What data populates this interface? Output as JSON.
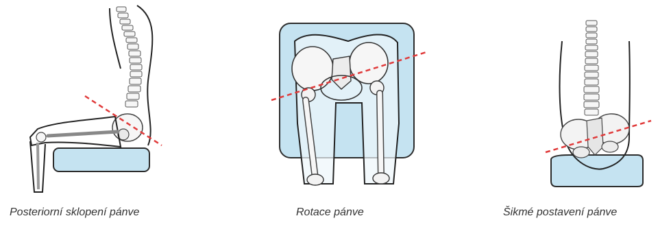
{
  "captions": {
    "posterior_tilt": "Posteriorní sklopení pánve",
    "rotation": "Rotace pánve",
    "oblique": "Šikmé postavení pánve"
  },
  "colors": {
    "cushion_fill": "#c5e3f1",
    "cushion_stroke": "#2b2b2b",
    "line_color": "#e03a3a",
    "bone_fill": "#f6f6f6",
    "outline": "#222222"
  },
  "icons": {
    "posterior_tilt": "seated-side-view-pelvis-illustration",
    "rotation": "pelvis-front-view-on-cushion-illustration",
    "oblique": "spine-back-view-illustration"
  }
}
